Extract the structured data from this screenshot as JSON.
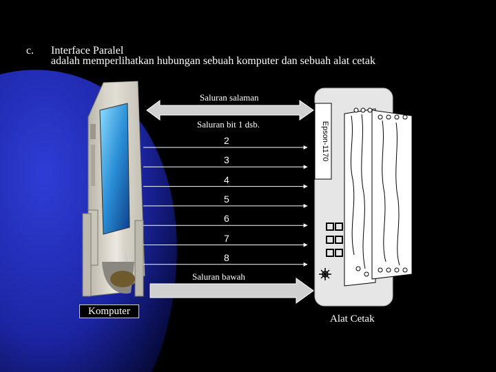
{
  "slide": {
    "letter": "c.",
    "title": "Interface Paralel",
    "subtitle": "adalah memperlihatkan hubungan sebuah komputer dan sebuah alat cetak"
  },
  "diagram": {
    "handshake_label": "Saluran salaman",
    "data_label": "Saluran bit 1 dsb.",
    "data_lines": [
      "2",
      "3",
      "4",
      "5",
      "6",
      "7",
      "8"
    ],
    "bottom_label": "Saluran bawah",
    "computer_label": "Komputer",
    "printer_label": "Alat Cetak",
    "printer_model": "Epson-1170"
  },
  "colors": {
    "background": "#000000",
    "blue_shape": "#1f2bb8",
    "printer_body": "#e6e6e6",
    "arrow_fill": "#d0d0d0",
    "line_color": "#ffffff"
  }
}
